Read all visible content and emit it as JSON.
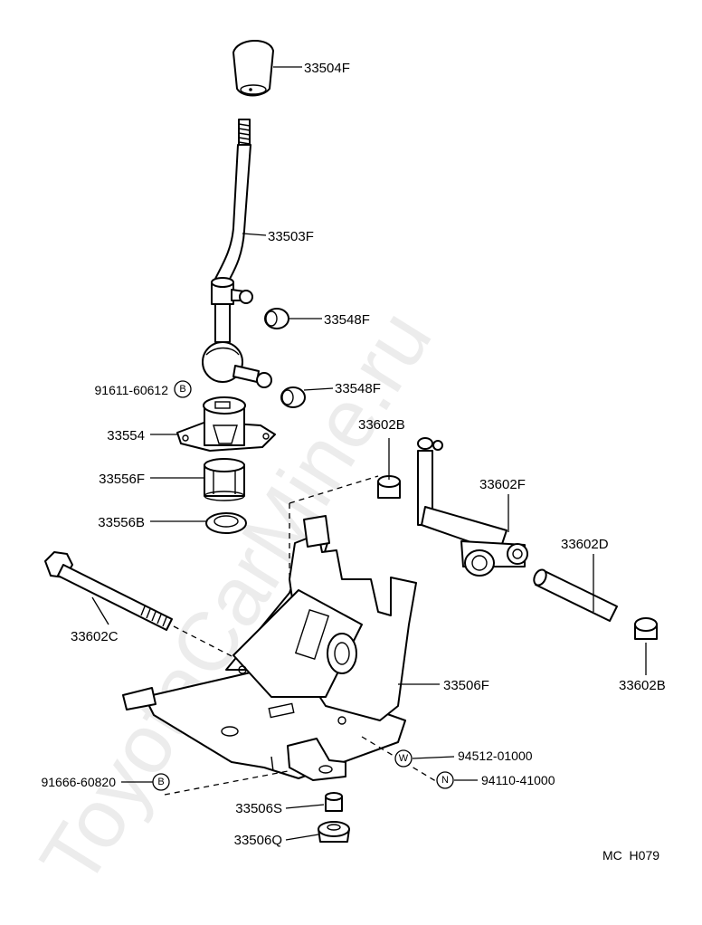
{
  "parts": [
    {
      "id": "33504F"
    },
    {
      "id": "33503F"
    },
    {
      "id": "33548F"
    },
    {
      "id": "33548F"
    },
    {
      "id": "91611-60612",
      "marker": "B"
    },
    {
      "id": "33554"
    },
    {
      "id": "33556F"
    },
    {
      "id": "33556B"
    },
    {
      "id": "33602B"
    },
    {
      "id": "33602F"
    },
    {
      "id": "33602D"
    },
    {
      "id": "33602C"
    },
    {
      "id": "33506F"
    },
    {
      "id": "33602B"
    },
    {
      "id": "94512-01000",
      "marker": "W"
    },
    {
      "id": "94110-41000",
      "marker": "N"
    },
    {
      "id": "91666-60820",
      "marker": "B"
    },
    {
      "id": "33506S"
    },
    {
      "id": "33506Q"
    }
  ],
  "footer_code": "MC  H079",
  "watermark": "ToyotaCarMine.ru"
}
